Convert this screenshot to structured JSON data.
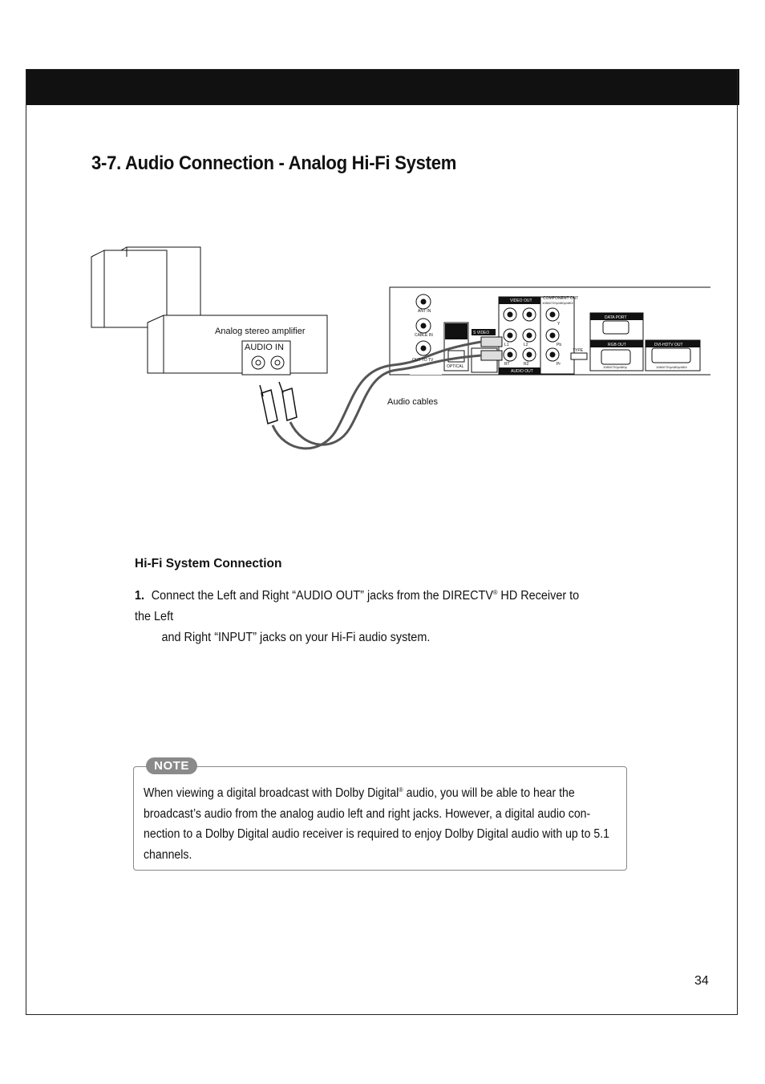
{
  "title": "3-7. Audio Connection - Analog Hi-Fi System",
  "diagram": {
    "amp_label": "Analog stereo amplifier",
    "audio_in": "AUDIO IN",
    "cables_label": "Audio cables",
    "panel": {
      "ant_in": "ANT IN",
      "cable_in": "CABLE IN",
      "out_to_tv": "OUT TO TV",
      "digital_audio_out": [
        "DIGITAL",
        "AUDIO",
        "OUT"
      ],
      "optical": "OPTICAL",
      "s_video": "S VIDEO",
      "video_out": "VIDEO OUT",
      "component_out": "COMPONENT OUT",
      "component_sub": "1080i/720p/480p/480i",
      "audio_out": "AUDIO OUT",
      "jack_l1": "L1",
      "jack_l2": "L2",
      "jack_rt": "RT",
      "jack_r2": "R2",
      "jack_y": "Y",
      "jack_pb": "Pb",
      "jack_pr": "Pr",
      "type": "TYPE",
      "data_port": "DATA PORT",
      "rgb_out": "RGB OUT",
      "rgb_sub": "1080i/720p/480p",
      "dvi_out": "DVI-HDTV OUT",
      "dvi_sub": "1080i/720p/480p/480i"
    }
  },
  "section_heading": "Hi-Fi System Connection",
  "step": {
    "number": "1.",
    "text_before": "Connect the Left and Right “AUDIO OUT” jacks from the DIRECTV",
    "reg": "®",
    "text_after": " HD Receiver to the Left",
    "continuation": "and Right “INPUT” jacks on your Hi-Fi audio system."
  },
  "note": {
    "badge": "NOTE",
    "line1_before": "When viewing a digital broadcast with Dolby Digital",
    "reg": "®",
    "line1_after": " audio, you will be able to hear the",
    "rest": "broadcast’s audio from the analog audio left and right jacks. However, a digital audio con- nection to a Dolby Digital audio receiver is required to enjoy Dolby Digital audio with up to 5.1 channels."
  },
  "page_number": "34"
}
